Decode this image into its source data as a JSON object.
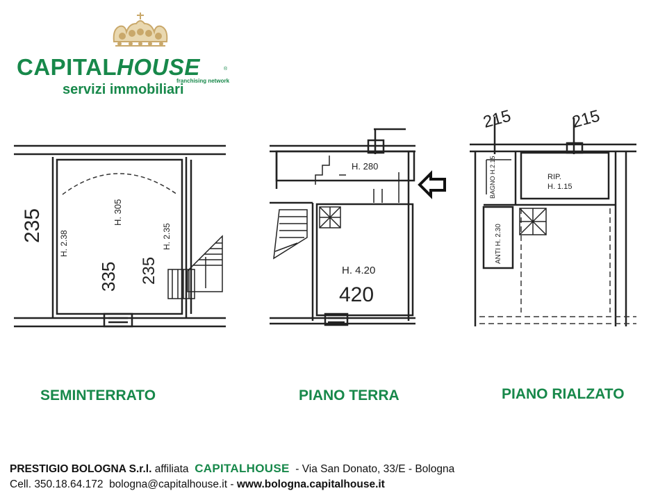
{
  "logo": {
    "brand_left": "CAPITAL",
    "brand_right": "HOUSE",
    "network": "franchising network",
    "registered": "®",
    "tagline": "servizi immobiliari",
    "brand_color": "#17884a",
    "crown_color": "#c9a86a"
  },
  "plans": [
    {
      "label": "SEMINTERRATO",
      "annotations": [
        "235",
        "H. 2.38",
        "335",
        "H. 305",
        "235",
        "H. 2.35"
      ]
    },
    {
      "label": "PIANO TERRA",
      "annotations": [
        "H. 280",
        "H. 4.20",
        "420"
      ]
    },
    {
      "label": "PIANO RIALZATO",
      "annotations": [
        "215",
        "215",
        "RIP.",
        "H. 1.15",
        "BAGNO H.2.15",
        "ANTI H. 2.30"
      ]
    }
  ],
  "footer": {
    "company": "PRESTIGIO BOLOGNA S.r.l.",
    "affiliata": "affiliata",
    "brand": "CAPITALHOUSE",
    "address": "- Via San Donato, 33/E - Bologna",
    "cell": "Cell. 350.18.64.172",
    "email": "bologna@capitalhouse.it -",
    "website": "www.bologna.capitalhouse.it"
  }
}
